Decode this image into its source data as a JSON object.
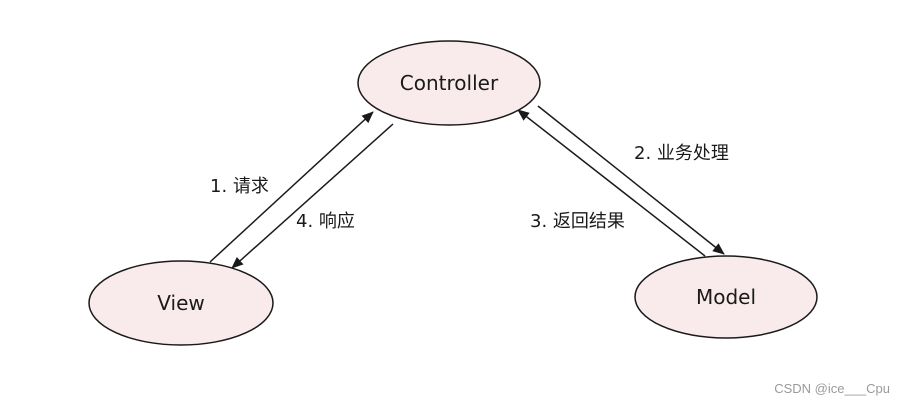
{
  "colors": {
    "node_fill": "#f9ebeb",
    "node_stroke": "#1a1a1a",
    "edge": "#1a1a1a",
    "text": "#1a1a1a",
    "watermark": "#9a9a9a"
  },
  "nodes": {
    "controller": "Controller",
    "view": "View",
    "model": "Model"
  },
  "edges": {
    "request": "1. 请求",
    "response": "4. 响应",
    "business": "2. 业务处理",
    "result": "3. 返回结果"
  },
  "watermark": "CSDN @ice___Cpu"
}
